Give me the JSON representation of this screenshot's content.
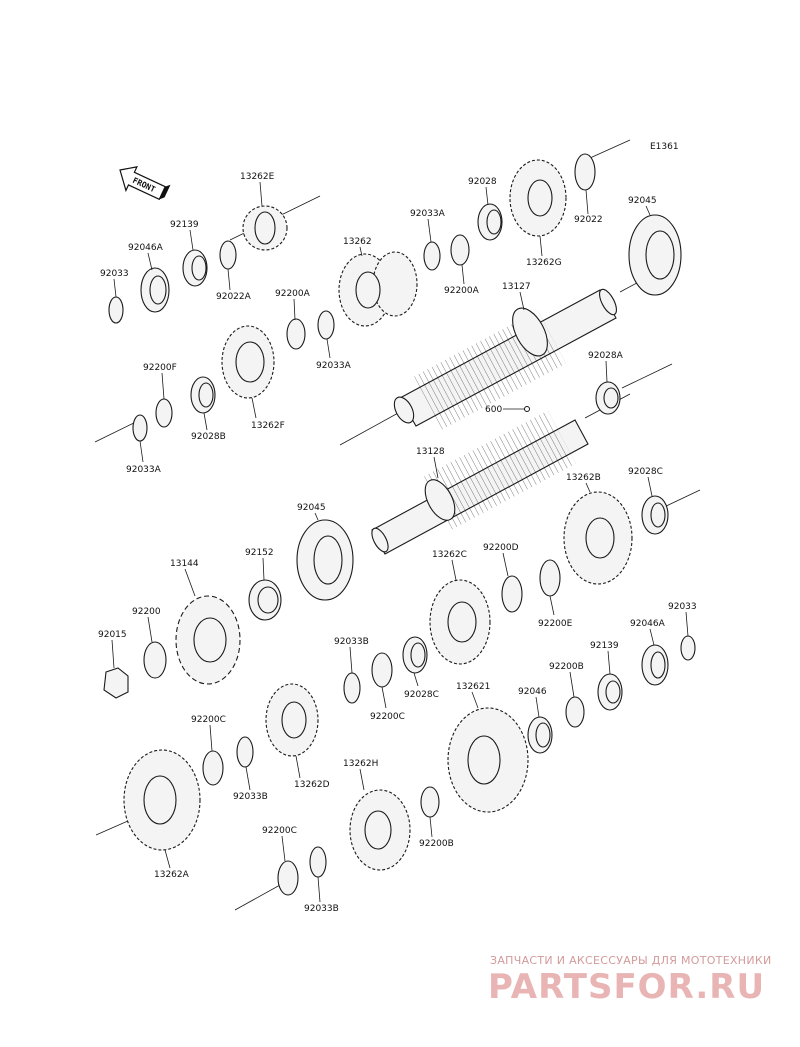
{
  "diagram_code": "E1361",
  "front_label": "FRONT",
  "parts": [
    {
      "id": "p1",
      "label": "13262E"
    },
    {
      "id": "p2",
      "label": "92139"
    },
    {
      "id": "p3",
      "label": "92046A"
    },
    {
      "id": "p4",
      "label": "92033"
    },
    {
      "id": "p5",
      "label": "92022A"
    },
    {
      "id": "p6",
      "label": "13262"
    },
    {
      "id": "p7",
      "label": "92033A"
    },
    {
      "id": "p8",
      "label": "92028"
    },
    {
      "id": "p9",
      "label": "13262G"
    },
    {
      "id": "p10",
      "label": "92022"
    },
    {
      "id": "p11",
      "label": "92045"
    },
    {
      "id": "p12",
      "label": "92200A"
    },
    {
      "id": "p13",
      "label": "13127"
    },
    {
      "id": "p14",
      "label": "92200A"
    },
    {
      "id": "p15",
      "label": "92033A"
    },
    {
      "id": "p16",
      "label": "92200F"
    },
    {
      "id": "p17",
      "label": "13262F"
    },
    {
      "id": "p18",
      "label": "92028B"
    },
    {
      "id": "p19",
      "label": "92033A"
    },
    {
      "id": "p20",
      "label": "92028A"
    },
    {
      "id": "p21",
      "label": "600"
    },
    {
      "id": "p22",
      "label": "13128"
    },
    {
      "id": "p23",
      "label": "92045"
    },
    {
      "id": "p24",
      "label": "13262B"
    },
    {
      "id": "p25",
      "label": "92028C"
    },
    {
      "id": "p26",
      "label": "13144"
    },
    {
      "id": "p27",
      "label": "92152"
    },
    {
      "id": "p28",
      "label": "13262C"
    },
    {
      "id": "p29",
      "label": "92200D"
    },
    {
      "id": "p30",
      "label": "92200"
    },
    {
      "id": "p31",
      "label": "92015"
    },
    {
      "id": "p32",
      "label": "92200E"
    },
    {
      "id": "p33",
      "label": "92033"
    },
    {
      "id": "p34",
      "label": "92046A"
    },
    {
      "id": "p35",
      "label": "92033B"
    },
    {
      "id": "p36",
      "label": "92139"
    },
    {
      "id": "p37",
      "label": "92028C"
    },
    {
      "id": "p38",
      "label": "92200C"
    },
    {
      "id": "p39",
      "label": "92200B"
    },
    {
      "id": "p40",
      "label": "132621"
    },
    {
      "id": "p41",
      "label": "92046"
    },
    {
      "id": "p42",
      "label": "92200C"
    },
    {
      "id": "p43",
      "label": "13262D"
    },
    {
      "id": "p44",
      "label": "92033B"
    },
    {
      "id": "p45",
      "label": "13262H"
    },
    {
      "id": "p46",
      "label": "92200B"
    },
    {
      "id": "p47",
      "label": "13262A"
    },
    {
      "id": "p48",
      "label": "92200C"
    },
    {
      "id": "p49",
      "label": "92033B"
    }
  ],
  "watermark": {
    "tagline": "ЗАПЧАСТИ И АКСЕССУАРЫ ДЛЯ МОТОТЕХНИКИ",
    "logo": "PARTSFOR.RU"
  }
}
